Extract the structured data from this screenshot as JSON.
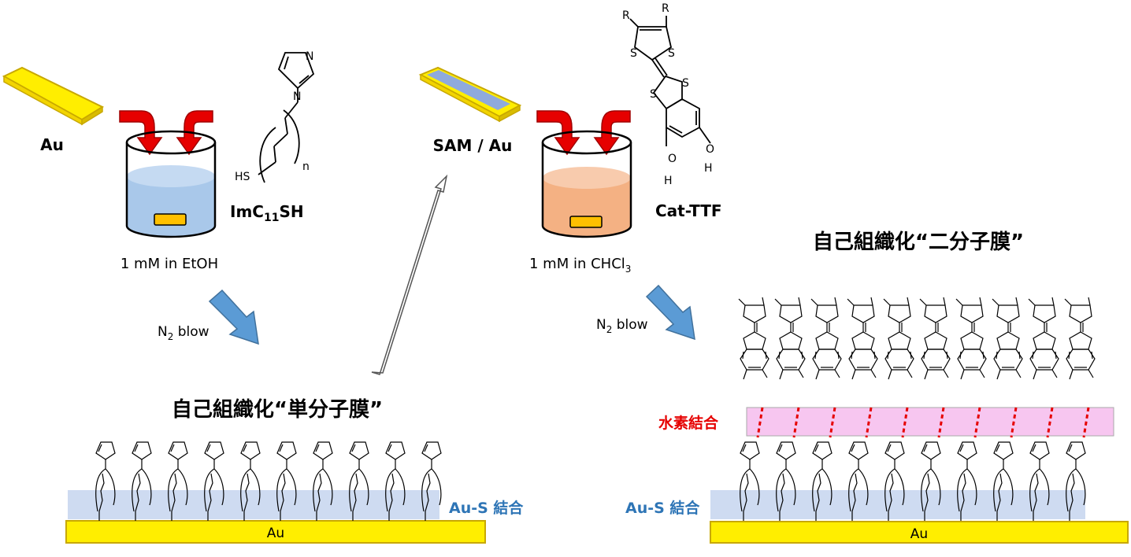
{
  "colors": {
    "gold": "#ffee00",
    "gold_edge": "#c8a800",
    "red_arrow": "#e60000",
    "blue_arrow": "#5b9bd5",
    "solution1": "#a9c8ea",
    "solution2": "#f4b183",
    "monolayer_band": "#c9d7ef",
    "hbond_band": "#f7c6f0",
    "blue_text": "#2e75b6",
    "red_text": "#e60000"
  },
  "step1": {
    "substrate_label": "Au",
    "solution_label_prefix": "1 mM in EtOH",
    "molecule_label_main": "ImC",
    "molecule_label_sub": "11",
    "molecule_label_end": "SH",
    "blow_label_main": "N",
    "blow_label_sub": "2",
    "blow_label_end": " blow"
  },
  "step2": {
    "substrate_label": "SAM / Au",
    "solution_label_main": "1 mM in CHCl",
    "solution_label_sub": "3",
    "molecule_label": "Cat-TTF",
    "blow_label_main": "N",
    "blow_label_sub": "2",
    "blow_label_end": " blow"
  },
  "monolayer": {
    "title": "自己組織化“単分子膜”",
    "bond_label": "Au-S 結合",
    "substrate_label": "Au"
  },
  "bilayer": {
    "title": "自己組織化“二分子膜”",
    "hbond_label": "水素結合",
    "bond_label": "Au-S 結合",
    "substrate_label": "Au"
  },
  "atoms": {
    "N": "N",
    "S": "S",
    "HS": "HS",
    "n": "n",
    "R": "R",
    "O": "O",
    "H": "H"
  }
}
